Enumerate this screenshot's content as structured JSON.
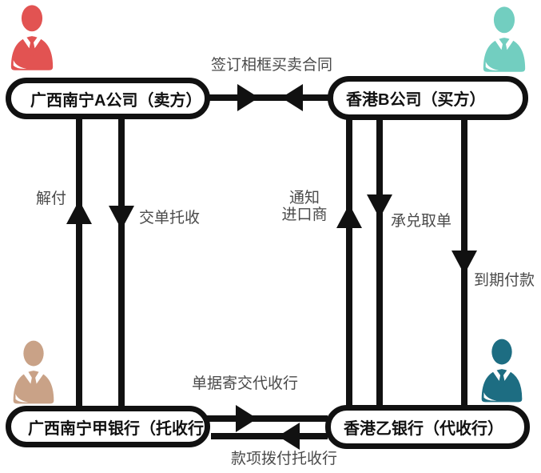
{
  "diagram": {
    "background": "#ffffff",
    "line_color": "#111111",
    "label_color": "#4a4a4a"
  },
  "nodes": {
    "seller": {
      "label": "广西南宁A公司（卖方）",
      "icon": "businessman-icon",
      "icon_color": "#e25352"
    },
    "buyer": {
      "label": "香港B公司（买方）",
      "icon": "businessman-icon",
      "icon_color": "#72cec0"
    },
    "remitting_bank": {
      "label": "广西南宁甲银行（托收行）",
      "icon": "businessman-icon",
      "icon_color": "#c9a287"
    },
    "collecting_bank": {
      "label": "香港乙银行（代收行）",
      "icon": "businessman-icon",
      "icon_color": "#1d6d82"
    }
  },
  "edge_labels": {
    "sign_contract": "签订相框买卖合同",
    "release_payment": "解付",
    "submit_docs_collection": "交单托收",
    "notify_importer_line1": "通知",
    "notify_importer_line2": "进口商",
    "accept_take_docs": "承兑取单",
    "pay_at_maturity": "到期付款",
    "send_docs_to_collecting_bank": "单据寄交代收行",
    "remit_funds_to_remitting_bank": "款项拨付托收行"
  }
}
